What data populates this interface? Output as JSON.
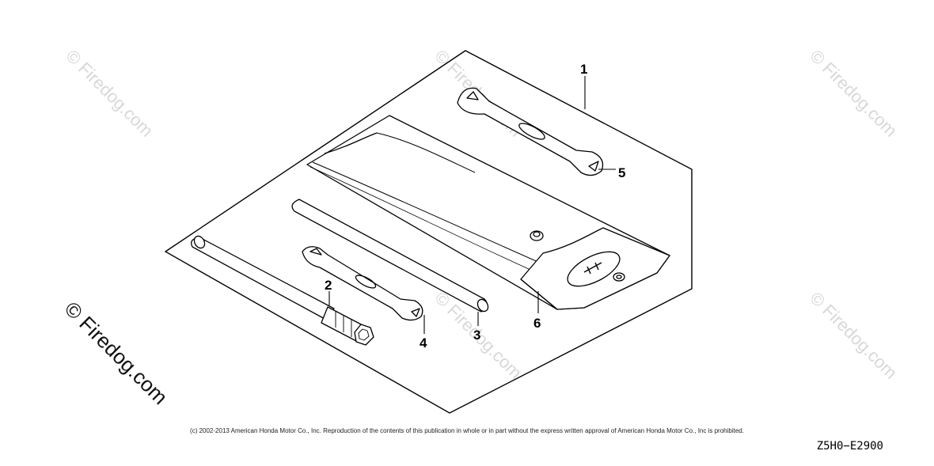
{
  "watermarks": {
    "faint_text": "© Firedog.com",
    "bold_text": "© Firedog.com"
  },
  "callouts": {
    "item1": "1",
    "item2": "2",
    "item3": "3",
    "item4": "4",
    "item5": "5",
    "item6": "6"
  },
  "footer": {
    "copyright": "(c) 2002-2013 American Honda Motor Co., Inc. Reproduction of the contents of this publication in whole or in part without the express written approval of American Honda Motor Co., Inc is prohibited.",
    "diagram_code": "Z5H0−E2900"
  }
}
